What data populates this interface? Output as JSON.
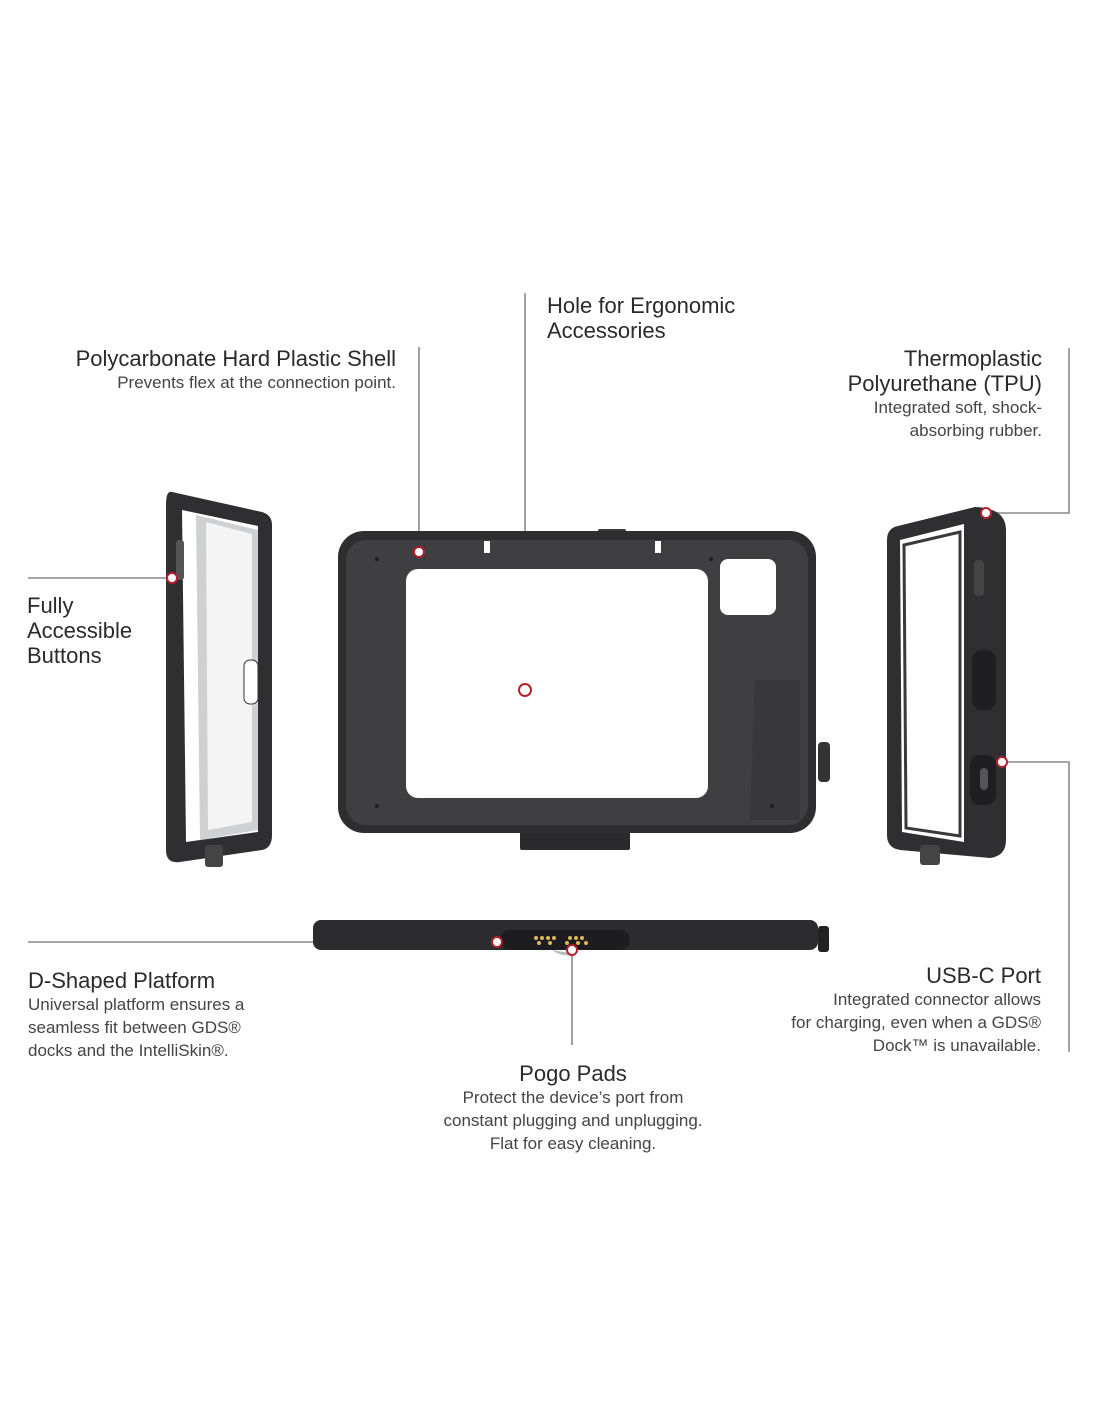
{
  "callouts": {
    "shell": {
      "title": "Polycarbonate Hard Plastic Shell",
      "desc": "Prevents flex at the connection point."
    },
    "hole": {
      "title_1": "Hole for Ergonomic",
      "title_2": "Accessories"
    },
    "tpu": {
      "title_1": "Thermoplastic",
      "title_2": "Polyurethane (TPU)",
      "desc_1": "Integrated soft, shock-",
      "desc_2": "absorbing rubber."
    },
    "buttons": {
      "title_1": "Fully",
      "title_2": "Accessible",
      "title_3": "Buttons"
    },
    "platform": {
      "title": "D-Shaped Platform",
      "desc_1": "Universal platform ensures a",
      "desc_2": "seamless fit between GDS®",
      "desc_3": "docks and the IntelliSkin®."
    },
    "usbc": {
      "title": "USB-C Port",
      "desc_1": "Integrated connector allows",
      "desc_2": "for charging, even when a GDS®",
      "desc_3": "Dock™ is unavailable."
    },
    "pogo": {
      "title": "Pogo Pads",
      "desc_1": "Protect the device’s port from",
      "desc_2": "constant plugging and unplugging.",
      "desc_3": "Flat for easy cleaning."
    }
  },
  "colors": {
    "marker": "#b3202e",
    "leader": "#8a8a8a",
    "case": "#3a3a3c"
  }
}
